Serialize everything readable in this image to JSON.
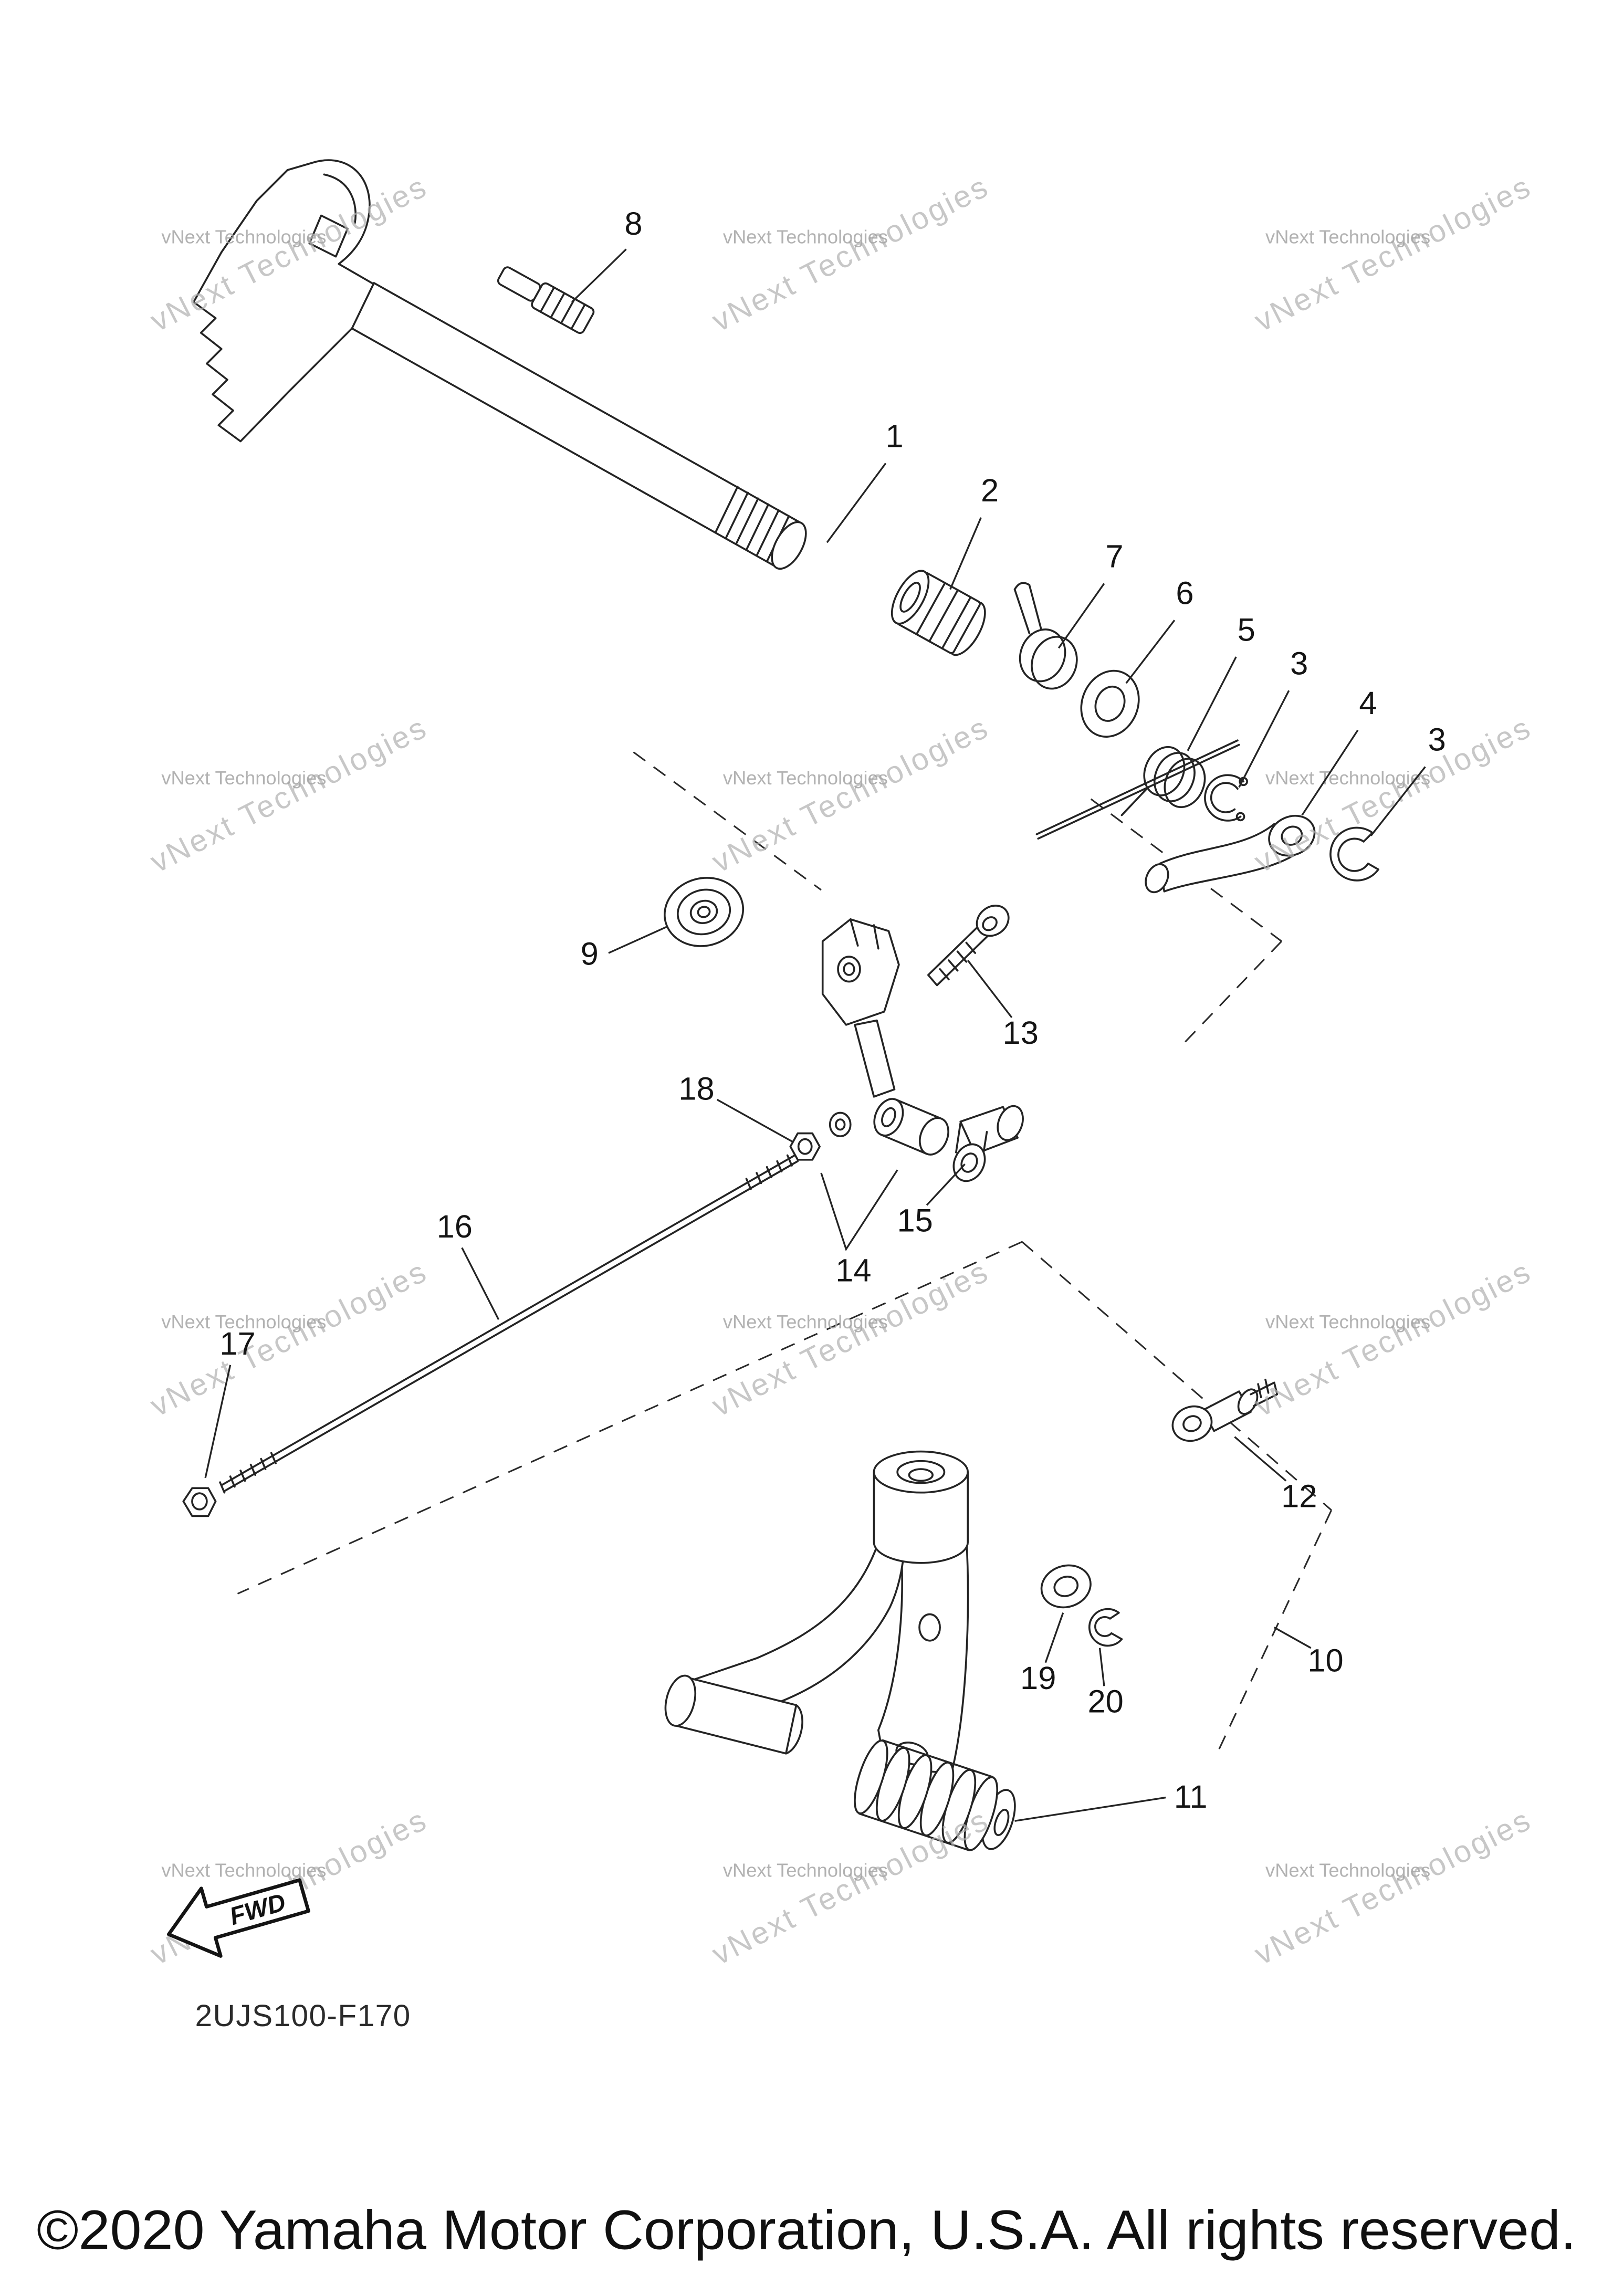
{
  "watermark": {
    "text": "vNext Technologies"
  },
  "diagram": {
    "code": "2UJS100-F170",
    "fwd_label": "FWD",
    "part_labels": {
      "p1": "1",
      "p2": "2",
      "p3a": "3",
      "p3b": "3",
      "p4": "4",
      "p5": "5",
      "p6": "6",
      "p7": "7",
      "p8": "8",
      "p9": "9",
      "p10": "10",
      "p11": "11",
      "p12": "12",
      "p13": "13",
      "p14": "14",
      "p15": "15",
      "p16": "16",
      "p17": "17",
      "p18": "18",
      "p19": "19",
      "p20": "20"
    }
  },
  "footer": {
    "copyright": "©2020 Yamaha Motor Corporation, U.S.A. All rights reserved."
  }
}
